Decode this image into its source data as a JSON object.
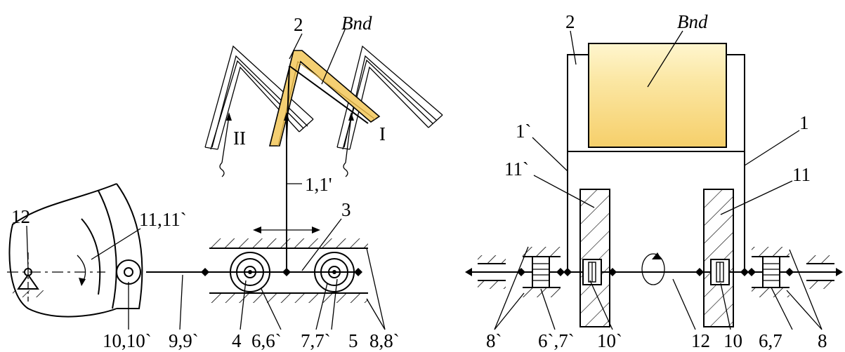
{
  "colors": {
    "paper_fill": "#fbe08c",
    "paper_edge": "#c9a441",
    "tape": "#d8b45c",
    "ink": "#000000"
  },
  "left_view": {
    "label_2": "2",
    "label_bnd": "Bnd",
    "label_II": "II",
    "label_I": "I",
    "label_rod": "1,1'",
    "label_3": "3",
    "label_12": "12",
    "label_11": "11,11`",
    "label_10": "10,10`",
    "label_9": "9,9`",
    "label_4": "4",
    "label_6": "6,6`",
    "label_7": "7,7`",
    "label_5": "5",
    "label_8": "8,8`"
  },
  "right_view": {
    "label_2": "2",
    "label_bnd": "Bnd",
    "label_1p": "1`",
    "label_1": "1",
    "label_11p": "11`",
    "label_11": "11",
    "label_8p": "8`",
    "label_67p": "6`,7`",
    "label_10p": "10`",
    "label_12": "12",
    "label_10": "10",
    "label_67": "6,7",
    "label_8": "8"
  }
}
